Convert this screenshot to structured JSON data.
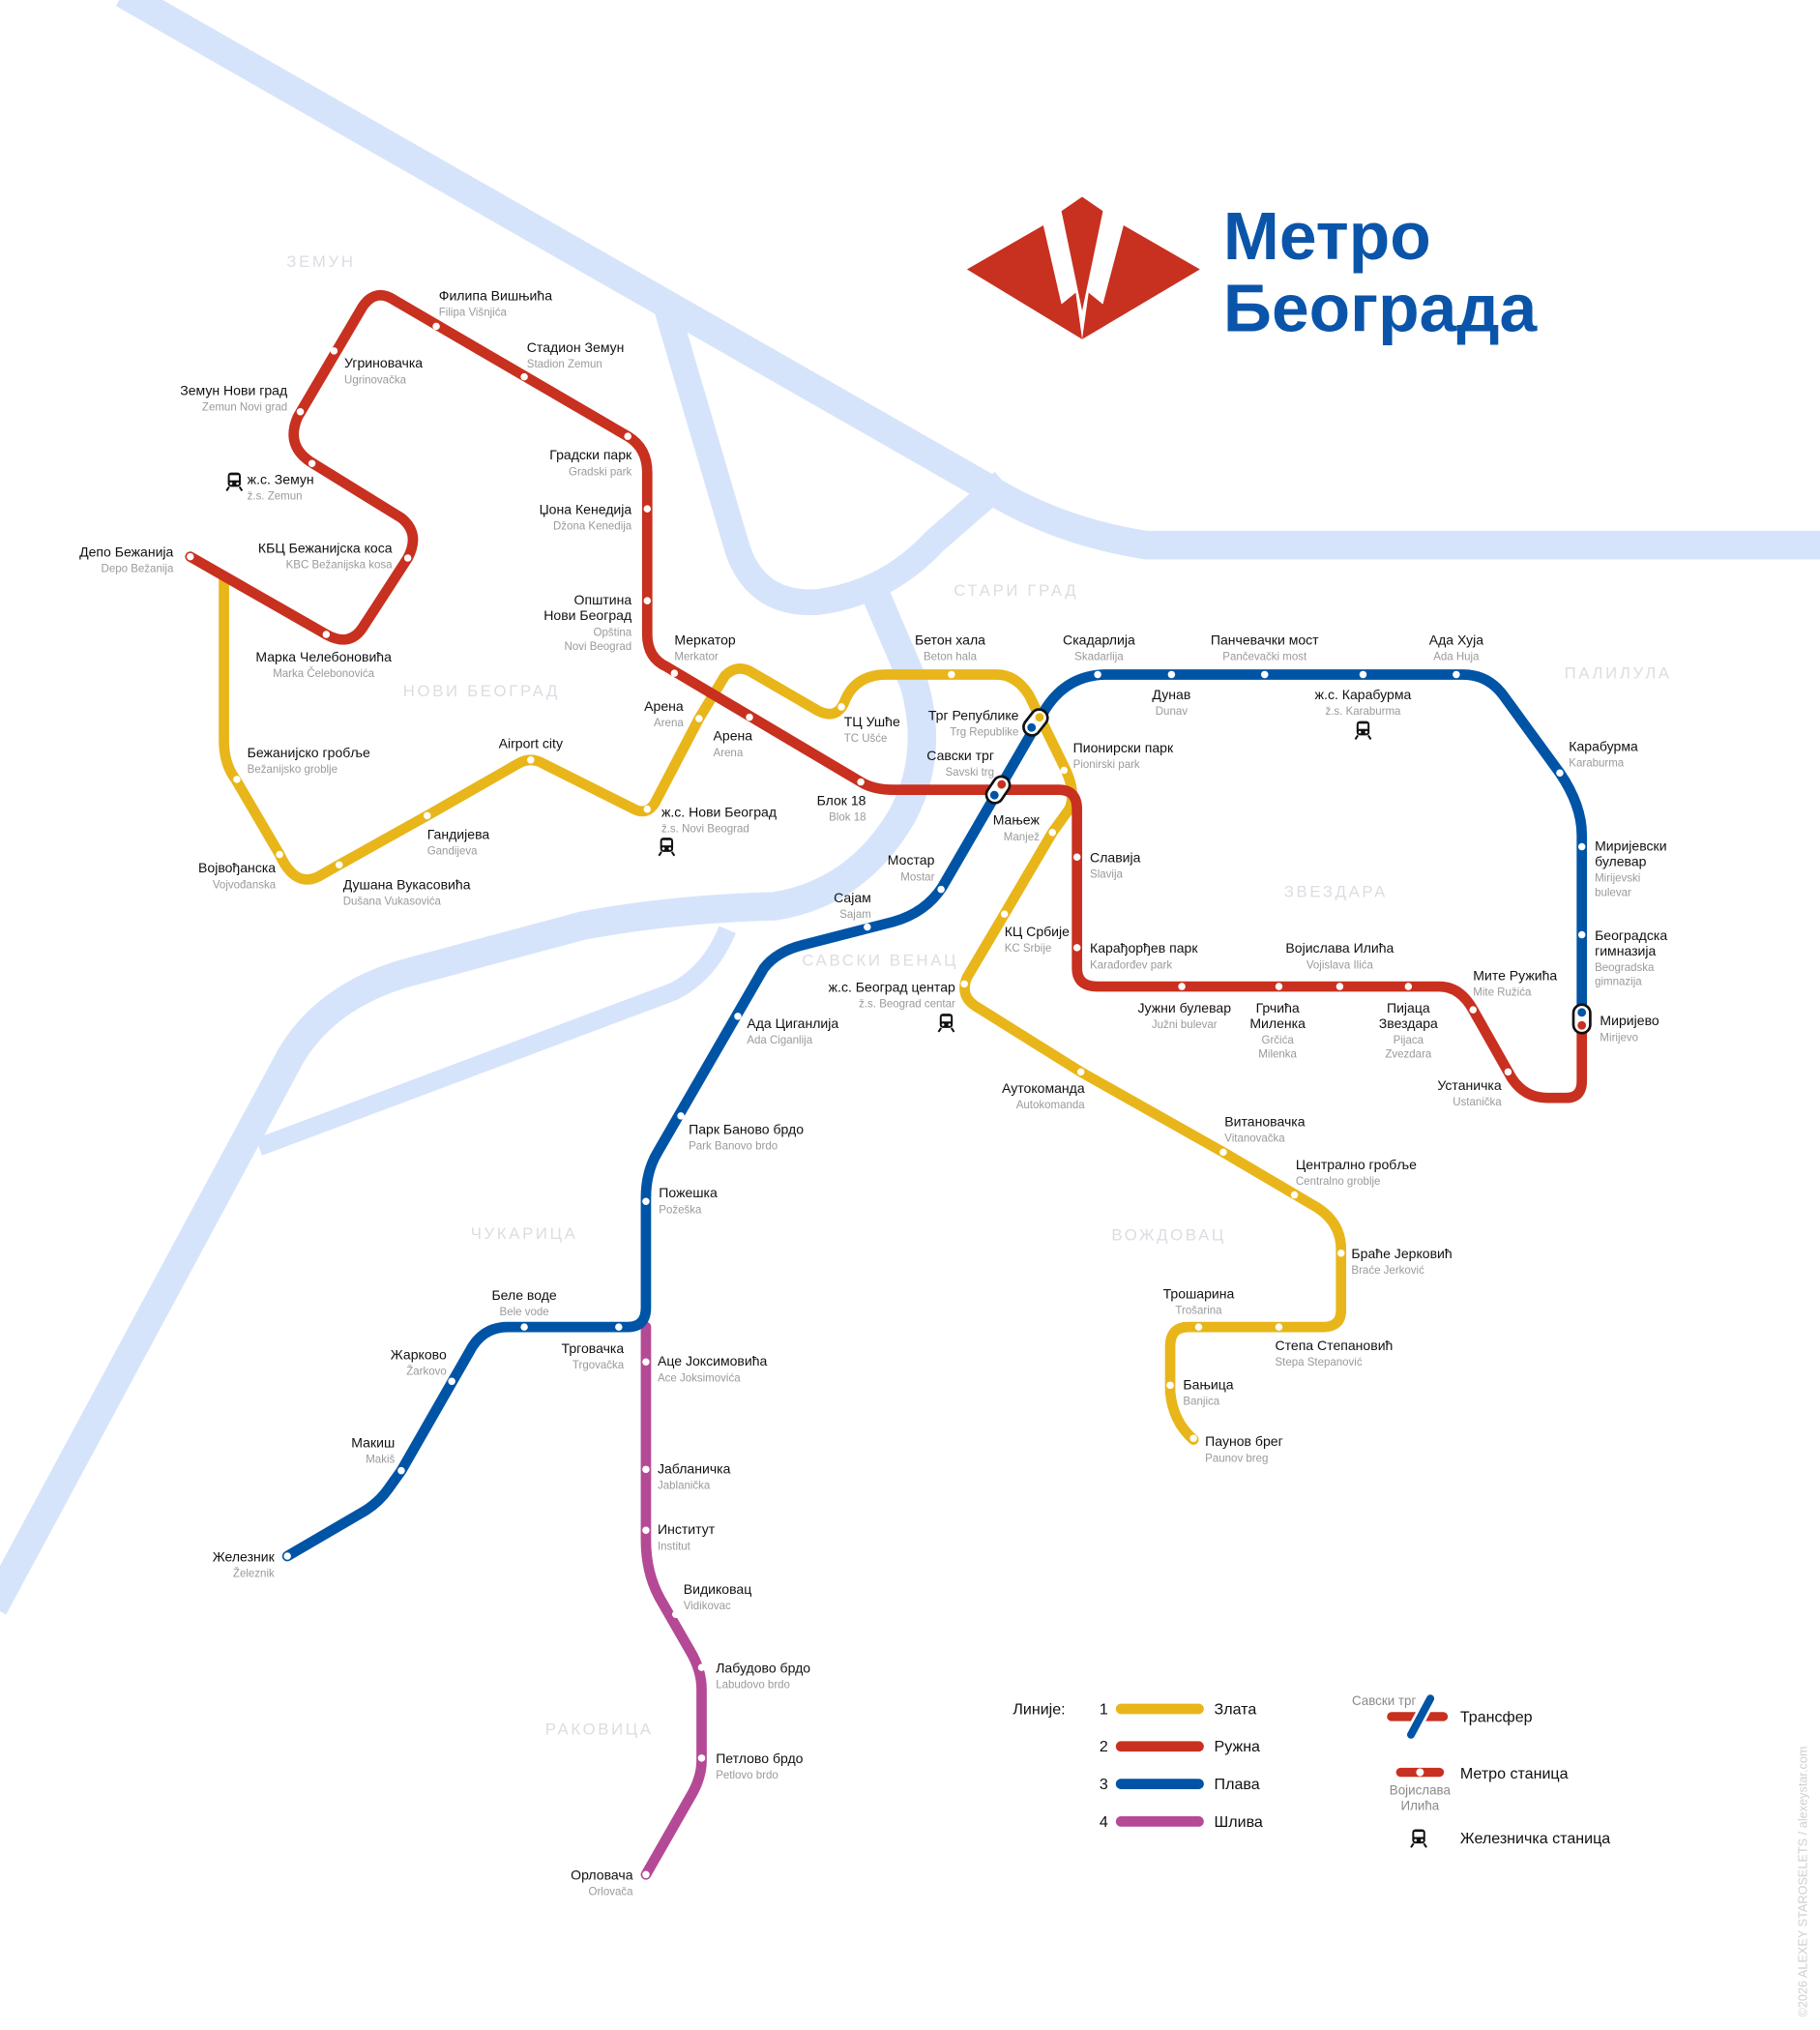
{
  "logo": {
    "line1": "Метро",
    "line2": "Београда"
  },
  "districts": [
    "ЗЕМУН",
    "НОВИ БЕОГРАД",
    "СТАРИ ГРАД",
    "ПАЛИЛУЛА",
    "ЗВЕЗДАРА",
    "САВСКИ ВЕНАЦ",
    "ЧУКАРИЦА",
    "ВОЖДОВАЦ",
    "РАКОВИЦА"
  ],
  "colors": {
    "yellow": "#e8b61a",
    "red": "#c8301f",
    "blue": "#0054a6",
    "purple": "#b44a96",
    "river": "#d6e4fb"
  },
  "legend": {
    "title": "Линије:",
    "lines": [
      {
        "number": "1",
        "name": "Злата",
        "color": "#e8b61a"
      },
      {
        "number": "2",
        "name": "Ружна",
        "color": "#c8301f"
      },
      {
        "number": "3",
        "name": "Плава",
        "color": "#0054a6"
      },
      {
        "number": "4",
        "name": "Шлива",
        "color": "#b44a96"
      }
    ],
    "transfer_example": "Савски трг",
    "transfer": "Трансфер",
    "station": "Метро станица",
    "station_example_1": "Војислава",
    "station_example_2": "Илића",
    "railway": "Железничка станица"
  },
  "stations": {
    "yellow": [
      {
        "name": "Бежанијско гробље",
        "latin": "Bežanijsko groblje"
      },
      {
        "name": "Војвођанска",
        "latin": "Vojvođanska"
      },
      {
        "name": "Душана Вукасовића",
        "latin": "Dušana Vukasovića"
      },
      {
        "name": "Гандијева",
        "latin": "Gandijeva"
      },
      {
        "name": "Airport city",
        "latin": null
      },
      {
        "name": "ж.с. Нови Београд",
        "latin": "ž.s. Novi Beograd"
      },
      {
        "name": "Арена",
        "latin": "Arena"
      },
      {
        "name": "ТЦ Ушће",
        "latin": "TC Ušće"
      },
      {
        "name": "Бетон хала",
        "latin": "Beton hala"
      },
      {
        "name": "Трг Републике",
        "latin": "Trg Republike"
      },
      {
        "name": "Пионирски парк",
        "latin": "Pionirski park"
      },
      {
        "name": "Мањеж",
        "latin": "Manjež"
      },
      {
        "name": "КЦ Србије",
        "latin": "KC Srbije"
      },
      {
        "name": "ж.с. Београд центар",
        "latin": "ž.s. Beograd centar"
      },
      {
        "name": "Аутокоманда",
        "latin": "Autokomanda"
      },
      {
        "name": "Витановачка",
        "latin": "Vitanovačka"
      },
      {
        "name": "Централно гробље",
        "latin": "Centralno groblje"
      },
      {
        "name": "Браће Јерковић",
        "latin": "Braće Jerković"
      },
      {
        "name": "Трошарина",
        "latin": "Trošarina"
      },
      {
        "name": "Степа Степановић",
        "latin": "Stepa Stepanović"
      },
      {
        "name": "Бањица",
        "latin": "Banjica"
      },
      {
        "name": "Паунов брег",
        "latin": "Paunov breg"
      }
    ],
    "red": [
      {
        "name": "Депо Бежанија",
        "latin": "Depo Bežanija"
      },
      {
        "name": "Марка Челебоновића",
        "latin": "Marka Čelebonovića"
      },
      {
        "name": "КБЦ Бежанијска коса",
        "latin": "KBC Bežanijska kosa"
      },
      {
        "name": "ж.с. Земун",
        "latin": "ž.s. Zemun"
      },
      {
        "name": "Земун Нови град",
        "latin": "Zemun Novi grad"
      },
      {
        "name": "Угриновачка",
        "latin": "Ugrinovačka"
      },
      {
        "name": "Филипа Вишњића",
        "latin": "Filipa Višnjića"
      },
      {
        "name": "Стадион Земун",
        "latin": "Stadion Zemun"
      },
      {
        "name": "Градски парк",
        "latin": "Gradski park"
      },
      {
        "name": "Џона Кенедија",
        "latin": "Džona Kenedija"
      },
      {
        "name": "Општина Нови Београд",
        "latin": "Opština Novi Beograd"
      },
      {
        "name": "Меркатор",
        "latin": "Merkator"
      },
      {
        "name": "Арена",
        "latin": "Arena"
      },
      {
        "name": "Блок 18",
        "latin": "Blok 18"
      },
      {
        "name": "Савски трг",
        "latin": "Savski trg"
      },
      {
        "name": "Славија",
        "latin": "Slavija"
      },
      {
        "name": "Карађорђев парк",
        "latin": "Karađorđev park"
      },
      {
        "name": "Јужни булевар",
        "latin": "Južni bulevar"
      },
      {
        "name": "Грчића Миленка",
        "latin": "Grčića Milenka"
      },
      {
        "name": "Војислава Илића",
        "latin": "Vojislava Ilića"
      },
      {
        "name": "Пијаца Звездара",
        "latin": "Pijaca Zvezdara"
      },
      {
        "name": "Мите Ружића",
        "latin": "Mite Ružića"
      },
      {
        "name": "Устаничка",
        "latin": "Ustanička"
      }
    ],
    "blue": [
      {
        "name": "Железник",
        "latin": "Železnik"
      },
      {
        "name": "Макиш",
        "latin": "Makiš"
      },
      {
        "name": "Жарково",
        "latin": "Žarkovo"
      },
      {
        "name": "Беле воде",
        "latin": "Bele vode"
      },
      {
        "name": "Трговачка",
        "latin": "Trgovačka"
      },
      {
        "name": "Пожешка",
        "latin": "Požeška"
      },
      {
        "name": "Парк Баново брдо",
        "latin": "Park Banovo brdo"
      },
      {
        "name": "Ада Циганлија",
        "latin": "Ada Ciganlija"
      },
      {
        "name": "Сајам",
        "latin": "Sajam"
      },
      {
        "name": "Мостар",
        "latin": "Mostar"
      },
      {
        "name": "Скадарлија",
        "latin": "Skadarlija"
      },
      {
        "name": "Дунав",
        "latin": "Dunav"
      },
      {
        "name": "Панчевачки мост",
        "latin": "Pančevački most"
      },
      {
        "name": "ж.с. Карабурма",
        "latin": "ž.s. Karaburma"
      },
      {
        "name": "Ада Хуја",
        "latin": "Ada Huja"
      },
      {
        "name": "Карабурма",
        "latin": "Karaburma"
      },
      {
        "name": "Миријевски булевар",
        "latin": "Mirijevski bulevar"
      },
      {
        "name": "Београдска гимназија",
        "latin": "Beogradska gimnazija"
      },
      {
        "name": "Миријево",
        "latin": "Mirijevo"
      }
    ],
    "purple": [
      {
        "name": "Аце Јоксимовића",
        "latin": "Ace Joksimovića"
      },
      {
        "name": "Јабланичка",
        "latin": "Jablanička"
      },
      {
        "name": "Институт",
        "latin": "Institut"
      },
      {
        "name": "Видиковац",
        "latin": "Vidikovac"
      },
      {
        "name": "Лабудово брдо",
        "latin": "Labudovo brdo"
      },
      {
        "name": "Петлово брдо",
        "latin": "Petlovo brdo"
      },
      {
        "name": "Орловача",
        "latin": "Orlovača"
      }
    ]
  },
  "credits": "©2026 ALEXEY STAROSELETS  /  alexeystar.com"
}
